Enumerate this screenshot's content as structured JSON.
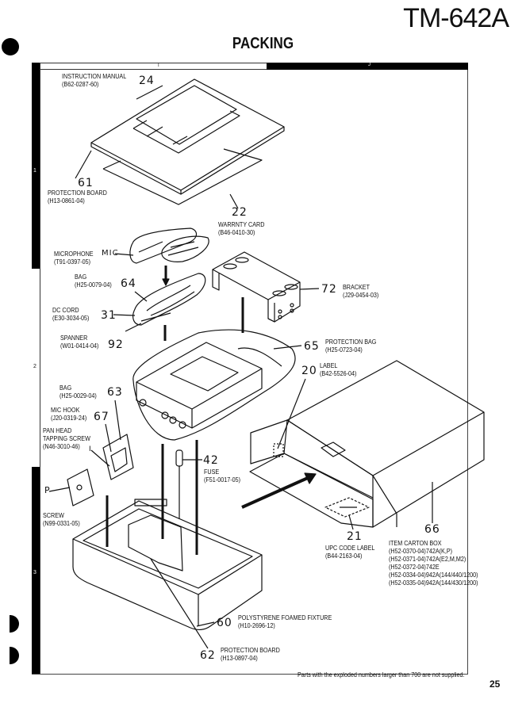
{
  "header": {
    "model": "TM-642A",
    "section_title": "PACKING"
  },
  "grid": {
    "columns": [
      "I",
      "J"
    ],
    "rows": [
      "1",
      "2",
      "3"
    ]
  },
  "parts": [
    {
      "ref": "24",
      "name": "INSTRUCTION MANUAL",
      "part_no": "(B62-0287-60)"
    },
    {
      "ref": "61",
      "name": "PROTECTION BOARD",
      "part_no": "(H13-0861-04)"
    },
    {
      "ref": "22",
      "name": "WARRNTY CARD",
      "part_no": "(B46-0410-30)"
    },
    {
      "ref": "MIC",
      "name": "MICROPHONE",
      "part_no": "(T91-0397-05)"
    },
    {
      "ref": "64",
      "name": "BAG",
      "part_no": "(H25-0079-04)"
    },
    {
      "ref": "31",
      "name": "DC CORD",
      "part_no": "(E30-3034-05)"
    },
    {
      "ref": "92",
      "name": "SPANNER",
      "part_no": "(W01-0414-04)"
    },
    {
      "ref": "72",
      "name": "BRACKET",
      "part_no": "(J29-0454-03)"
    },
    {
      "ref": "65",
      "name": "PROTECTION BAG",
      "part_no": "(H25-0723-04)"
    },
    {
      "ref": "20",
      "name": "LABEL",
      "part_no": "(B42-5526-04)"
    },
    {
      "ref": "63",
      "name": "BAG",
      "part_no": "(H25-0029-04)"
    },
    {
      "ref": "67",
      "name": "MIC HOOK",
      "part_no": "(J20-0319-24)"
    },
    {
      "ref": "I",
      "name_line1": "PAN  HEAD",
      "name_line2": "TAPPING SCREW",
      "part_no": "(N46-3010-46)"
    },
    {
      "ref": "42",
      "name": "FUSE",
      "part_no": "(F51-0017-05)"
    },
    {
      "ref": "P",
      "name": "SCREW",
      "part_no": "(N99-0331-05)"
    },
    {
      "ref": "21",
      "name": "UPC CODE LABEL",
      "part_no": "(B44-2163-04)"
    },
    {
      "ref": "66",
      "name": "ITEM CARTON BOX",
      "part_nos": [
        "(H52-0370-04)742A(K,P)",
        "(H52-0371-04)742A(E2,M,M2)",
        "(H52-0372-04)742E",
        "(H52-0334-04)942A(144/440/1200)",
        "(H52-0335-04)942A(144/430/1200)"
      ]
    },
    {
      "ref": "60",
      "name": "POLYSTYRENE FOAMED FIXTURE",
      "part_no": "(H10-2696-12)"
    },
    {
      "ref": "62",
      "name": "PROTECTION BOARD",
      "part_no": "(H13-0897-04)"
    }
  ],
  "footer": {
    "note": "Parts with the exploded numbers larger than 700 are not supplied.",
    "page_number": "25"
  }
}
